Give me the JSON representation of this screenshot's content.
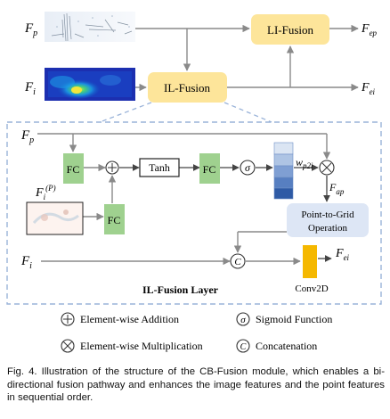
{
  "top": {
    "fp_label": "F",
    "fp_sub": "p",
    "fi_label": "F",
    "fi_sub": "i",
    "li_fusion": "LI-Fusion",
    "il_fusion": "IL-Fusion",
    "fep_label": "F",
    "fep_sub": "ep",
    "fei_label": "F",
    "fei_sub": "ei"
  },
  "detail": {
    "fp_label": "F",
    "fp_sub": "p",
    "fip_label": "F",
    "fip_sub": "i",
    "fip_sup": "(P)",
    "fc1": "FC",
    "fc2": "FC",
    "fc3": "FC",
    "tanh": "Tanh",
    "sigma": "σ",
    "wp2i_label": "w",
    "wp2i_sub": "p2i",
    "fap_label": "F",
    "fap_sub": "ap",
    "p2g_line1": "Point-to-Grid",
    "p2g_line2": "Operation",
    "fi_label": "F",
    "fi_sub": "i",
    "fei_label": "F",
    "fei_sub": "ei",
    "conv": "Conv2D",
    "layer_title": "IL-Fusion Layer",
    "concat_symbol": "C"
  },
  "legend": {
    "add_label": "Element-wise Addition",
    "mul_label": "Element-wise Multiplication",
    "sigmoid_label": "Sigmoid Function",
    "concat_label": "Concatenation",
    "sigma": "σ",
    "concat_symbol": "C"
  },
  "caption": "Fig. 4. Illustration of the structure of the CB-Fusion module, which enables a bi-directional fusion pathway and enhances the image features and the point features in sequential order.",
  "colors": {
    "fusion_box": "#fde59a",
    "fc_box": "#9fd18f",
    "p2g_box": "#dde6f5",
    "conv_bar": "#f5b800",
    "dashed_border": "#9ab3d9",
    "arrow": "#8a8a8a",
    "weight_stack": [
      "#dbe5f3",
      "#aec4e4",
      "#7f9fd3",
      "#577fc1",
      "#2e5aa5"
    ]
  }
}
